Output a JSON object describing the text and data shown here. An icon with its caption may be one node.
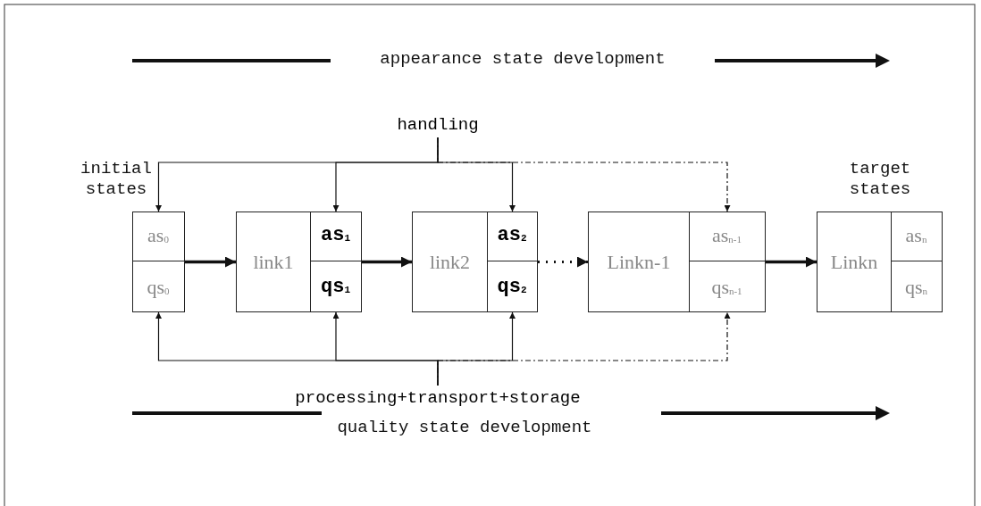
{
  "diagram": {
    "nodes": [
      {
        "text": [
          "handling"
        ]
      },
      {
        "text": [],
        "shape": "box"
      },
      {
        "text": [
          "as$_{0}$"
        ],
        "in": 1
      },
      {
        "text": [
          "qs$_{0}$"
        ],
        "in": 1
      },
      {
        "text": [
          "link1"
        ]
      },
      {
        "text": [],
        "shape": "box"
      },
      {
        "text": [
          "as$_{1}$"
        ],
        "in": 5
      },
      {
        "text": [
          "qs$_{1}$"
        ],
        "in": 5
      },
      {
        "text": [
          "link2"
        ]
      },
      {
        "text": [],
        "shape": "box"
      },
      {
        "text": [
          "as$_{2}$"
        ],
        "in": 9
      },
      {
        "text": [
          "qs$_{2}$"
        ],
        "in": 9
      },
      {
        "text": [
          "Linkn-1"
        ]
      },
      {
        "text": [],
        "shape": "box"
      },
      {
        "text": [
          "as$_{n-1}$"
        ],
        "in": 13
      },
      {
        "text": [
          "qs$_{n-1}$"
        ],
        "in": 13
      },
      {
        "text": [
          "Linkn"
        ]
      },
      {
        "text": [],
        "shape": "box"
      },
      {
        "text": [
          "as$_{n}$"
        ],
        "in": 17
      },
      {
        "text": [
          "qs$_{n}$"
        ],
        "in": 17
      },
      {
        "text": [
          "processing+transport+storage"
        ]
      }
    ],
    "edges": [
      {
        "from": 0,
        "to": 2,
        "arrow": "to"
      },
      {
        "from": 0,
        "to": 6,
        "arrow": "to"
      },
      {
        "from": 0,
        "to": 10,
        "arrow": "to"
      },
      {
        "from": 0,
        "to": 14,
        "arrow": "to",
        "style": "dashed"
      },
      {
        "from": 1,
        "to": 4,
        "arrow": "to",
        "style": "thick"
      },
      {
        "from": 5,
        "to": 8,
        "arrow": "to",
        "style": "thick"
      },
      {
        "from": 9,
        "to": 12,
        "arrow": "to",
        "style": "dashed"
      },
      {
        "from": 13,
        "to": 16,
        "arrow": "to",
        "style": "thick"
      },
      {
        "from": 20,
        "to": 3,
        "arrow": "to"
      },
      {
        "from": 20,
        "to": 7,
        "arrow": "to"
      },
      {
        "from": 20,
        "to": 11,
        "arrow": "to"
      },
      {
        "from": 20,
        "to": 15,
        "arrow": "to",
        "style": "dashed"
      }
    ],
    "labels": [
      "appearance state development",
      "initial states",
      "target states",
      "quality state development"
    ]
  }
}
